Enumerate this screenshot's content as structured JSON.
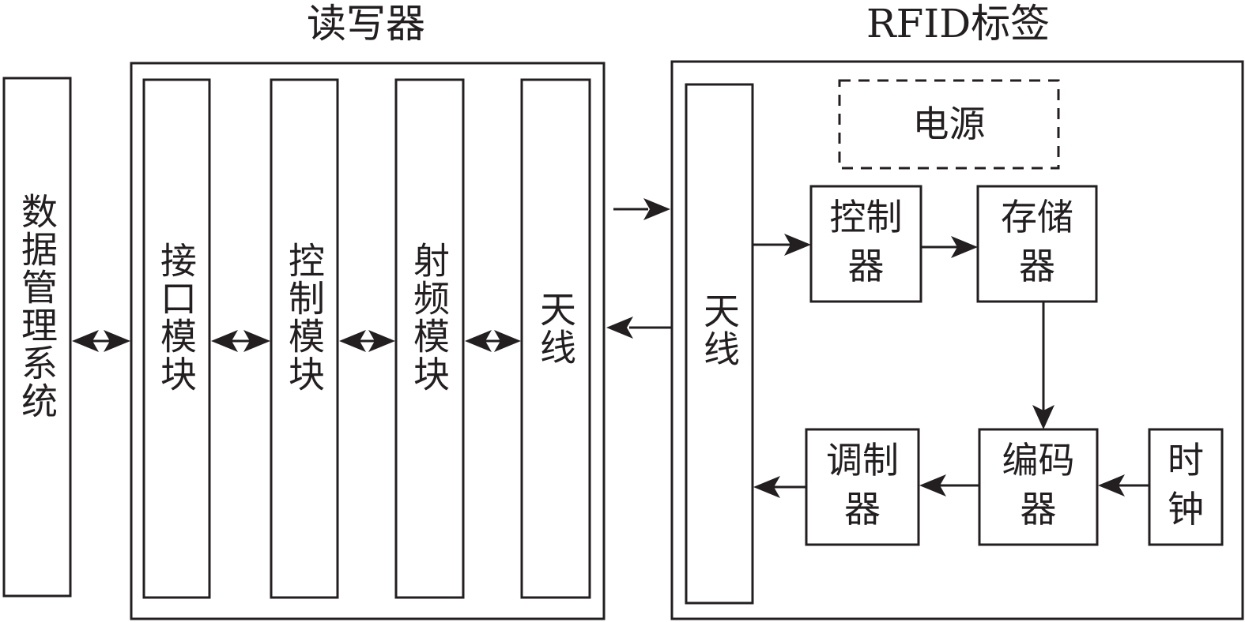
{
  "titles": {
    "reader": "读写器",
    "tag": "RFID标签"
  },
  "blocks": {
    "data_management": "数据管理系统",
    "interface_module": "接口模块",
    "reader_control_module": "控制模块",
    "rf_module": "射频模块",
    "reader_antenna": "天线",
    "tag_antenna": "天线",
    "power_supply": "电源",
    "tag_controller": "控制器",
    "memory": "存储器",
    "modulator": "调制器",
    "encoder": "编码器",
    "clock": "时钟"
  },
  "controller_lines": [
    "控制",
    "器"
  ],
  "memory_lines": [
    "存储",
    "器"
  ],
  "modulator_lines": [
    "调制",
    "器"
  ],
  "encoder_lines": [
    "编码",
    "器"
  ],
  "clock_lines": [
    "时",
    "钟"
  ],
  "colors": {
    "stroke": "#231f20",
    "background": "#ffffff"
  }
}
